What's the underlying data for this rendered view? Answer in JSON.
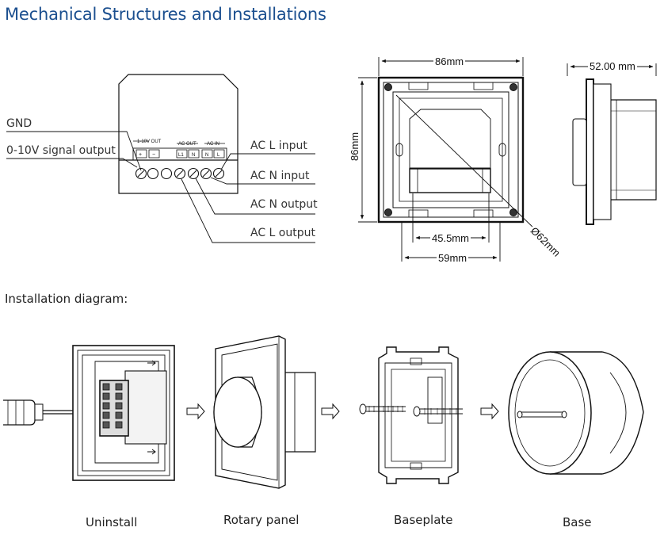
{
  "title": "Mechanical Structures and Installations",
  "wiring": {
    "left_labels": [
      "GND",
      "0-10V signal output"
    ],
    "right_labels": [
      "AC L input",
      "AC N input",
      "AC N output",
      "AC L output"
    ],
    "terminal_headers": [
      "1-10V OUT",
      "AC OUT",
      "AC IN"
    ],
    "terminal_marks": [
      "+",
      "−",
      "L1",
      "N",
      "N",
      "L"
    ]
  },
  "dimensions": {
    "front_width": "86mm",
    "front_height": "86mm",
    "inner_width": "45.5mm",
    "outer_hole_width": "59mm",
    "diameter": "Ø62mm",
    "depth": "52.00 mm"
  },
  "installation": {
    "heading": "Installation diagram:",
    "steps": [
      "Uninstall",
      "Rotary panel",
      "Baseplate",
      "Base"
    ]
  }
}
